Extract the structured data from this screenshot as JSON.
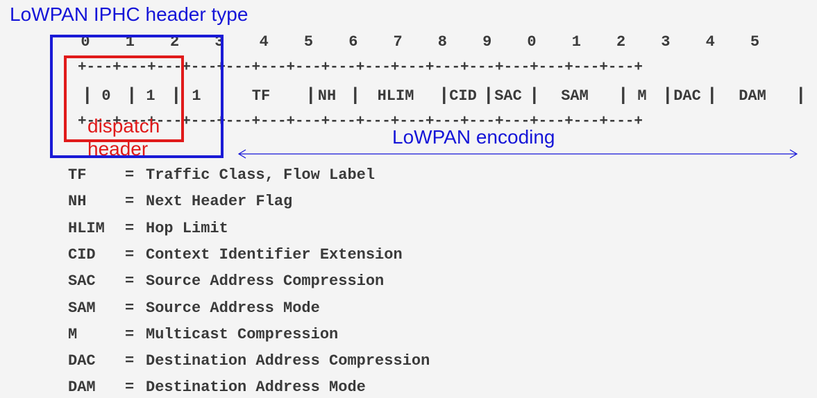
{
  "title": "LoWPAN IPHC header type",
  "bit_numbers": [
    "0",
    "1",
    "2",
    "3",
    "4",
    "5",
    "6",
    "7",
    "8",
    "9",
    "0",
    "1",
    "2",
    "3",
    "4",
    "5"
  ],
  "fields": [
    {
      "label": "0"
    },
    {
      "label": "1"
    },
    {
      "label": "1"
    },
    {
      "label": "TF"
    },
    {
      "label": "NH"
    },
    {
      "label": "HLIM"
    },
    {
      "label": "CID"
    },
    {
      "label": "SAC"
    },
    {
      "label": "SAM"
    },
    {
      "label": "M"
    },
    {
      "label": "DAC"
    },
    {
      "label": "DAM"
    }
  ],
  "dispatch_label": {
    "line1": "dispatch",
    "line2": "header"
  },
  "encoding_label": "LoWPAN encoding",
  "legend": [
    {
      "abbr": "TF",
      "desc": "Traffic Class, Flow Label"
    },
    {
      "abbr": "NH",
      "desc": "Next Header Flag"
    },
    {
      "abbr": "HLIM",
      "desc": "Hop Limit"
    },
    {
      "abbr": "CID",
      "desc": "Context Identifier Extension"
    },
    {
      "abbr": "SAC",
      "desc": "Source Address Compression"
    },
    {
      "abbr": "SAM",
      "desc": "Source Address Mode"
    },
    {
      "abbr": "M",
      "desc": "Multicast Compression"
    },
    {
      "abbr": "DAC",
      "desc": "Destination Address Compression"
    },
    {
      "abbr": "DAM",
      "desc": "Destination Address Mode"
    }
  ],
  "legend_equals": "=",
  "colors": {
    "title": "#1515d8",
    "dispatch": "#e01a1a",
    "text": "#3a3a3a",
    "background": "#f4f4f4"
  }
}
